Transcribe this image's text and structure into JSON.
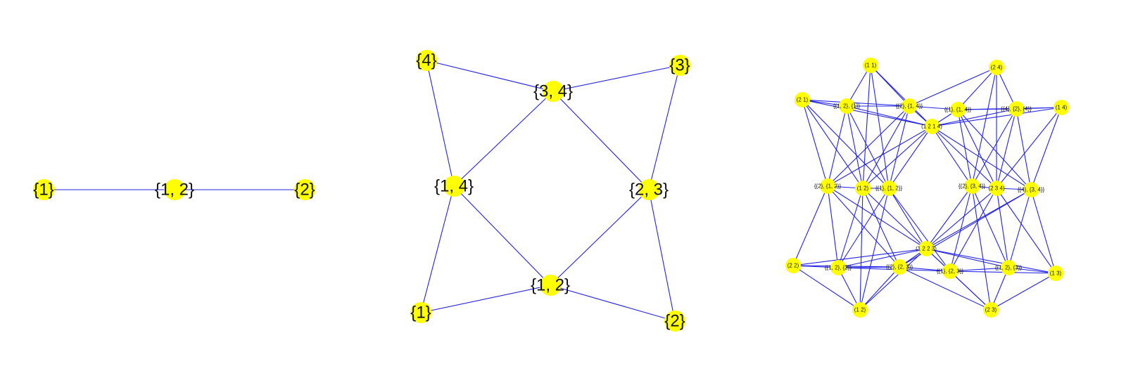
{
  "colors": {
    "background": "#ffffff",
    "edge": "#2323e6",
    "node": "#ffff00",
    "label": "#111111"
  },
  "graphs": [
    {
      "id": "graph-1",
      "nodes": [
        {
          "id": "a1",
          "label": "{1}"
        },
        {
          "id": "a12",
          "label": "{1, 2}"
        },
        {
          "id": "a2",
          "label": "{2}"
        }
      ],
      "edges": [
        [
          "a1",
          "a12"
        ],
        [
          "a12",
          "a2"
        ]
      ]
    },
    {
      "id": "graph-2",
      "nodes": [
        {
          "id": "b4",
          "label": "{4}"
        },
        {
          "id": "b34",
          "label": "{3, 4}"
        },
        {
          "id": "b3",
          "label": "{3}"
        },
        {
          "id": "b14",
          "label": "{1, 4}"
        },
        {
          "id": "b23",
          "label": "{2, 3}"
        },
        {
          "id": "b12",
          "label": "{1, 2}"
        },
        {
          "id": "b1",
          "label": "{1}"
        },
        {
          "id": "b2",
          "label": "{2}"
        }
      ],
      "edges": [
        [
          "b4",
          "b34"
        ],
        [
          "b4",
          "b14"
        ],
        [
          "b3",
          "b34"
        ],
        [
          "b3",
          "b23"
        ],
        [
          "b34",
          "b14"
        ],
        [
          "b34",
          "b23"
        ],
        [
          "b14",
          "b12"
        ],
        [
          "b14",
          "b1"
        ],
        [
          "b23",
          "b12"
        ],
        [
          "b23",
          "b2"
        ],
        [
          "b12",
          "b1"
        ],
        [
          "b12",
          "b2"
        ]
      ]
    },
    {
      "id": "graph-3",
      "nodes": [
        {
          "id": "c_1_1",
          "label": "(1 1)"
        },
        {
          "id": "c_2_4",
          "label": "(2 4)"
        },
        {
          "id": "c_2_1",
          "label": "(2 1)"
        },
        {
          "id": "c_1_4",
          "label": "(1 4)"
        },
        {
          "id": "c_A",
          "label": "{{1, 2}, {1}}"
        },
        {
          "id": "c_B",
          "label": "{{2}, {1, 4}}"
        },
        {
          "id": "c_C",
          "label": "{{1}, {1, 4}}"
        },
        {
          "id": "c_D",
          "label": "{{4}, {2}, {4}}"
        },
        {
          "id": "c_M1",
          "label": "(1 2 1 4)"
        },
        {
          "id": "c_E",
          "label": "{{2}, {1, 2}}"
        },
        {
          "id": "c_F",
          "label": "(1 2)"
        },
        {
          "id": "c_G",
          "label": "{{1}, {1, 2}}"
        },
        {
          "id": "c_H",
          "label": "{{2}, {3, 4}}"
        },
        {
          "id": "c_I",
          "label": "(2 3 4)"
        },
        {
          "id": "c_J",
          "label": "{{4}, {3, 4}}"
        },
        {
          "id": "c_M2",
          "label": "(1 2 2 3)"
        },
        {
          "id": "c_2_2",
          "label": "(2 2)"
        },
        {
          "id": "c_K",
          "label": "{{1, 2}, {2}}"
        },
        {
          "id": "c_L",
          "label": "{{2}, {2, 3}}"
        },
        {
          "id": "c_N",
          "label": "{{1}, {2, 3}}"
        },
        {
          "id": "c_O",
          "label": "{{1, 2}, {3}}"
        },
        {
          "id": "c_1_3",
          "label": "(1 3)"
        },
        {
          "id": "c_1_2",
          "label": "(1 2)"
        },
        {
          "id": "c_2_3",
          "label": "(2 3)"
        }
      ],
      "edges": [
        [
          "c_1_1",
          "c_A"
        ],
        [
          "c_1_1",
          "c_B"
        ],
        [
          "c_1_1",
          "c_M1"
        ],
        [
          "c_1_1",
          "c_F"
        ],
        [
          "c_1_1",
          "c_G"
        ],
        [
          "c_2_4",
          "c_B"
        ],
        [
          "c_2_4",
          "c_C"
        ],
        [
          "c_2_4",
          "c_D"
        ],
        [
          "c_2_4",
          "c_I"
        ],
        [
          "c_2_4",
          "c_H"
        ],
        [
          "c_2_1",
          "c_A"
        ],
        [
          "c_2_1",
          "c_B"
        ],
        [
          "c_2_1",
          "c_M1"
        ],
        [
          "c_2_1",
          "c_E"
        ],
        [
          "c_2_1",
          "c_F"
        ],
        [
          "c_2_1",
          "c_G"
        ],
        [
          "c_1_4",
          "c_D"
        ],
        [
          "c_1_4",
          "c_C"
        ],
        [
          "c_1_4",
          "c_M1"
        ],
        [
          "c_1_4",
          "c_J"
        ],
        [
          "c_1_4",
          "c_I"
        ],
        [
          "c_A",
          "c_B"
        ],
        [
          "c_B",
          "c_C"
        ],
        [
          "c_C",
          "c_D"
        ],
        [
          "c_A",
          "c_M1"
        ],
        [
          "c_B",
          "c_M1"
        ],
        [
          "c_C",
          "c_M1"
        ],
        [
          "c_D",
          "c_M1"
        ],
        [
          "c_A",
          "c_E"
        ],
        [
          "c_A",
          "c_F"
        ],
        [
          "c_A",
          "c_G"
        ],
        [
          "c_B",
          "c_F"
        ],
        [
          "c_B",
          "c_G"
        ],
        [
          "c_B",
          "c_E"
        ],
        [
          "c_C",
          "c_H"
        ],
        [
          "c_C",
          "c_I"
        ],
        [
          "c_C",
          "c_J"
        ],
        [
          "c_D",
          "c_I"
        ],
        [
          "c_D",
          "c_J"
        ],
        [
          "c_D",
          "c_H"
        ],
        [
          "c_M1",
          "c_E"
        ],
        [
          "c_M1",
          "c_F"
        ],
        [
          "c_M1",
          "c_G"
        ],
        [
          "c_M1",
          "c_H"
        ],
        [
          "c_M1",
          "c_I"
        ],
        [
          "c_M1",
          "c_J"
        ],
        [
          "c_E",
          "c_F"
        ],
        [
          "c_F",
          "c_G"
        ],
        [
          "c_H",
          "c_I"
        ],
        [
          "c_I",
          "c_J"
        ],
        [
          "c_E",
          "c_M2"
        ],
        [
          "c_F",
          "c_M2"
        ],
        [
          "c_G",
          "c_M2"
        ],
        [
          "c_H",
          "c_M2"
        ],
        [
          "c_I",
          "c_M2"
        ],
        [
          "c_J",
          "c_M2"
        ],
        [
          "c_E",
          "c_2_2"
        ],
        [
          "c_E",
          "c_K"
        ],
        [
          "c_E",
          "c_L"
        ],
        [
          "c_F",
          "c_K"
        ],
        [
          "c_F",
          "c_L"
        ],
        [
          "c_F",
          "c_1_2"
        ],
        [
          "c_G",
          "c_K"
        ],
        [
          "c_G",
          "c_N"
        ],
        [
          "c_G",
          "c_1_2"
        ],
        [
          "c_H",
          "c_N"
        ],
        [
          "c_H",
          "c_O"
        ],
        [
          "c_H",
          "c_2_3"
        ],
        [
          "c_I",
          "c_O"
        ],
        [
          "c_I",
          "c_1_3"
        ],
        [
          "c_I",
          "c_N"
        ],
        [
          "c_J",
          "c_O"
        ],
        [
          "c_J",
          "c_1_3"
        ],
        [
          "c_J",
          "c_L"
        ],
        [
          "c_M2",
          "c_2_2"
        ],
        [
          "c_M2",
          "c_K"
        ],
        [
          "c_M2",
          "c_L"
        ],
        [
          "c_M2",
          "c_N"
        ],
        [
          "c_M2",
          "c_O"
        ],
        [
          "c_M2",
          "c_1_3"
        ],
        [
          "c_M2",
          "c_1_2"
        ],
        [
          "c_M2",
          "c_2_3"
        ],
        [
          "c_2_2",
          "c_K"
        ],
        [
          "c_K",
          "c_L"
        ],
        [
          "c_L",
          "c_N"
        ],
        [
          "c_N",
          "c_O"
        ],
        [
          "c_O",
          "c_1_3"
        ],
        [
          "c_2_2",
          "c_L"
        ],
        [
          "c_K",
          "c_N"
        ],
        [
          "c_N",
          "c_1_3"
        ],
        [
          "c_1_2",
          "c_2_2"
        ],
        [
          "c_1_2",
          "c_K"
        ],
        [
          "c_1_2",
          "c_L"
        ],
        [
          "c_2_3",
          "c_N"
        ],
        [
          "c_2_3",
          "c_O"
        ],
        [
          "c_2_3",
          "c_1_3"
        ],
        [
          "c_2_3",
          "c_L"
        ]
      ]
    }
  ]
}
